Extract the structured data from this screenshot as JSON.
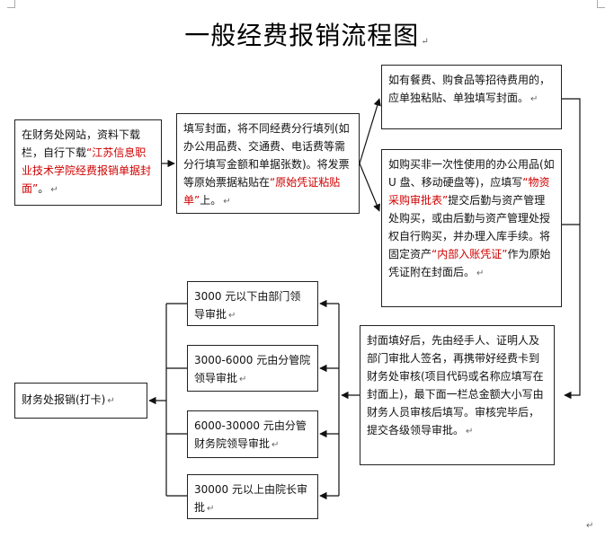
{
  "title": "一般经费报销流程图",
  "boxes": {
    "download": {
      "pre": "在财务处网站，资料下载栏，自行下载",
      "red": "“江苏信息职业技术学院经费报销单据封面”",
      "post": "。"
    },
    "fill_cover": {
      "pre": "填写封面，将不同经费分行填列(如办公用品费、交通费、电话费等需分行填写金额和单据张数)。将发票等原始票据粘贴在",
      "red": "“原始凭证粘贴单”",
      "post": "上。"
    },
    "entertain": {
      "text": "如有餐费、购食品等招待费用的，应单独粘贴、单独填写封面。"
    },
    "office_supplies": {
      "pre": "如购买非一次性使用的办公用品(如 U 盘、移动硬盘等)，应填写",
      "red1": "“物资采购审批表”",
      "mid": "提交后勤与资产管理处购买，或由后勤与资产管理处授权自行购买，并办理入库手续。将固定资产",
      "red2": "“内部入账凭证”",
      "post": "作为原始凭证附在封面后。"
    },
    "submit": {
      "text": "封面填好后，先由经手人、证明人及部门审批人签名，再携带好经费卡到财务处审核(项目代码或名称应填写在封面上)，最下面一栏总金额大小写由财务人员审核后填写。审核完毕后，提交各级领导审批。"
    },
    "approve1": {
      "text": "3000 元以下由部门领导审批"
    },
    "approve2": {
      "text": "3000-6000 元由分管院领导审批"
    },
    "approve3": {
      "text": "6000-30000 元由分管财务院领导审批"
    },
    "approve4": {
      "text": "30000 元以上由院长审批"
    },
    "finance": {
      "text": "财务处报销(打卡)"
    }
  },
  "paragraph_mark": "↵"
}
